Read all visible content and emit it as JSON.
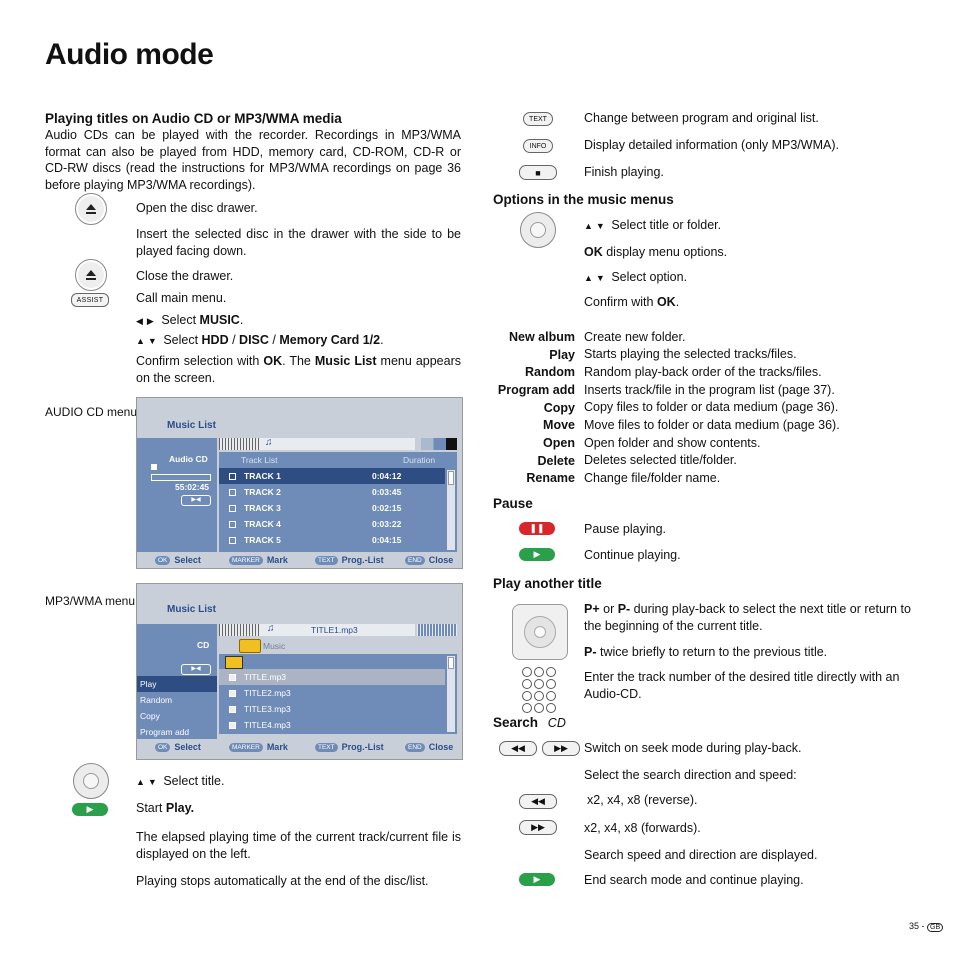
{
  "page_title": "Audio mode",
  "left": {
    "section_title": "Playing titles on Audio CD or MP3/WMA media",
    "intro": "Audio CDs can be played with the recorder. Recordings in MP3/WMA format can also be played from HDD, memory card, CD-ROM, CD-R or CD-RW discs (read the instructions for MP3/WMA recordings on page 36 before playing MP3/WMA recordings).",
    "open_drawer": "Open the disc drawer.",
    "insert_disc": "Insert the selected disc in the drawer with the side to be played facing down.",
    "close_drawer": "Close the drawer.",
    "assist_label": "ASSIST",
    "call_menu": "Call main menu.",
    "select_music_pre": "Select ",
    "select_music_bold": "MUSIC",
    "select_hdd_pre": "Select ",
    "select_hdd_b1": "HDD",
    "select_hdd_sep1": " / ",
    "select_hdd_b2": "DISC",
    "select_hdd_sep2": " / ",
    "select_hdd_b3": "Memory Card 1/2",
    "confirm_pre": "Confirm selection with ",
    "confirm_ok": "OK",
    "confirm_mid": ". The ",
    "confirm_ml": "Music List",
    "confirm_post": " menu appears on the screen.",
    "audio_cd_menu_label": "AUDIO CD menu",
    "mp3_menu_label": "MP3/WMA menu",
    "select_title": "Select title.",
    "start_pre": "Start ",
    "start_bold": "Play.",
    "elapsed": "The elapsed playing time of the current track/current file is displayed on the left.",
    "stops": "Playing stops automatically at the end of the disc/list."
  },
  "screen1": {
    "title": "Music List",
    "source": "Audio CD",
    "time": "55:02:45",
    "col_track": "Track List",
    "col_duration": "Duration",
    "tracks": [
      {
        "name": "TRACK 1",
        "dur": "0:04:12"
      },
      {
        "name": "TRACK 2",
        "dur": "0:03:45"
      },
      {
        "name": "TRACK 3",
        "dur": "0:02:15"
      },
      {
        "name": "TRACK 4",
        "dur": "0:03:22"
      },
      {
        "name": "TRACK 5",
        "dur": "0:04:15"
      }
    ],
    "keys": [
      {
        "key": "OK",
        "label": "Select"
      },
      {
        "key": "MARKER",
        "label": "Mark"
      },
      {
        "key": "TEXT",
        "label": "Prog.-List"
      },
      {
        "key": "END",
        "label": "Close"
      }
    ]
  },
  "screen2": {
    "title": "Music List",
    "source": "CD",
    "now_playing": "TITLE1.mp3",
    "folder": "Music",
    "menu": [
      "Play",
      "Random",
      "Copy",
      "Program add"
    ],
    "files": [
      "TITLE.mp3",
      "TITLE2.mp3",
      "TITLE3.mp3",
      "TITLE4.mp3"
    ],
    "keys": [
      {
        "key": "OK",
        "label": "Select"
      },
      {
        "key": "MARKER",
        "label": "Mark"
      },
      {
        "key": "TEXT",
        "label": "Prog.-List"
      },
      {
        "key": "END",
        "label": "Close"
      }
    ]
  },
  "right": {
    "text_label": "TEXT",
    "info_label": "INFO",
    "change_list": "Change between program and original list.",
    "detail_info": "Display detailed information (only MP3/WMA).",
    "finish": "Finish playing.",
    "options_title": "Options in the music menus",
    "sel_title_folder": "Select title or folder.",
    "ok_display_bold": "OK",
    "ok_display": " display menu options.",
    "sel_option": "Select option.",
    "confirm_pre": "Confirm with ",
    "confirm_ok": "OK",
    "confirm_post": ".",
    "options": [
      {
        "name": "New album",
        "desc": "Create new folder."
      },
      {
        "name": "Play",
        "desc": "Starts playing the selected tracks/files."
      },
      {
        "name": "Random",
        "desc": "Random play-back order of the tracks/files."
      },
      {
        "name": "Program add",
        "desc": "Inserts track/file in the program list (page 37)."
      },
      {
        "name": "Copy",
        "desc": "Copy files to folder or data medium (page 36)."
      },
      {
        "name": "Move",
        "desc": "Move files to folder or data medium (page 36)."
      },
      {
        "name": "Open",
        "desc": "Open folder and show contents."
      },
      {
        "name": "Delete",
        "desc": "Deletes selected title/folder."
      },
      {
        "name": "Rename",
        "desc": "Change file/folder name."
      }
    ],
    "pause_title": "Pause",
    "pause_playing": "Pause playing.",
    "continue_playing": "Continue playing.",
    "another_title": "Play another title",
    "pplus_b1": "P+",
    "pplus_or": " or ",
    "pplus_b2": "P-",
    "pplus_rest": " during play-back to select the next title or return to the beginning of the current title.",
    "pminus_b": "P-",
    "pminus_rest": " twice briefly to return to the previous title.",
    "enter_track": "Enter the track number of the desired title directly with an Audio-CD.",
    "search_title": "Search",
    "search_sub": "CD",
    "seek_mode": "Switch on seek mode during play-back.",
    "select_dir": "Select the search direction and speed:",
    "reverse": "x2, x4, x8 (reverse).",
    "forwards": "x2, x4, x8 (forwards).",
    "speed_disp": "Search speed and direction are displayed.",
    "end_search": "End search mode and continue playing."
  },
  "page_number": "35 -",
  "page_lang": "GB"
}
